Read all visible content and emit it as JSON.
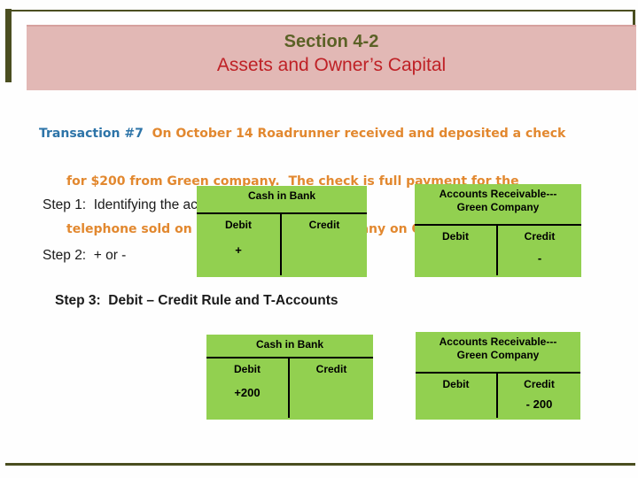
{
  "header": {
    "line1": "Section 4-2",
    "line2": "Assets and Owner’s Capital"
  },
  "transaction": {
    "label": "Transaction #7",
    "line1": "  On October 14 Roadrunner received and deposited a check",
    "line2": "for $200 from Green company.  The check is full payment for the",
    "line3": "telephone sold on account to Green Company on October 11."
  },
  "steps": {
    "step1": "Step 1:  Identifying the accounts",
    "step2": "Step 2:  + or -",
    "step3": "Step 3:  Debit – Credit Rule and T-Accounts"
  },
  "taccounts": [
    {
      "title1": "Cash in Bank",
      "title2": "",
      "debit_label": "Debit",
      "credit_label": "Credit",
      "debit_value": "+",
      "credit_value": ""
    },
    {
      "title1": "Accounts Receivable---",
      "title2": "Green Company",
      "debit_label": "Debit",
      "credit_label": "Credit",
      "debit_value": "",
      "credit_value": "-"
    },
    {
      "title1": "Cash in Bank",
      "title2": "",
      "debit_label": "Debit",
      "credit_label": "Credit",
      "debit_value": "+200",
      "credit_value": ""
    },
    {
      "title1": "Accounts Receivable---",
      "title2": "Green Company",
      "debit_label": "Debit",
      "credit_label": "Credit",
      "debit_value": "",
      "credit_value": "- 200"
    }
  ],
  "colors": {
    "table_green": "#92d050",
    "band_pink": "#e2b8b5",
    "title_olive": "#5b6126",
    "title_red": "#bf2126",
    "transaction_blue": "#2d74a8",
    "transaction_orange": "#e2882f",
    "frame_olive": "#4a4e20"
  }
}
